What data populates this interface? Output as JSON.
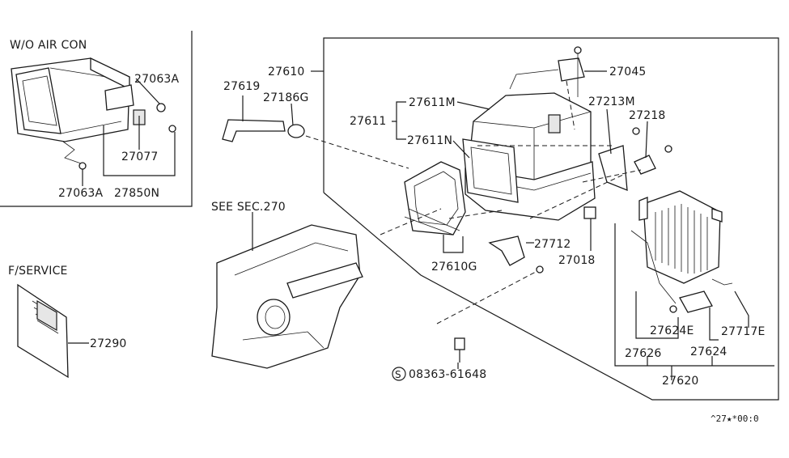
{
  "sections": {
    "wo_aircon": "W/O AIR CON",
    "f_service": "F/SERVICE",
    "see_sec": "SEE SEC.270"
  },
  "parts": {
    "p27063A_top": "27063A",
    "p27077": "27077",
    "p27063A_bottom": "27063A",
    "p27850N": "27850N",
    "p27290": "27290",
    "p27610": "27610",
    "p27619": "27619",
    "p27186G": "27186G",
    "p27611": "27611",
    "p27611M": "27611M",
    "p27611N": "27611N",
    "p27045": "27045",
    "p27213M": "27213M",
    "p27218": "27218",
    "p27712": "27712",
    "p27018": "27018",
    "p27610G": "27610G",
    "p27624E": "27624E",
    "p27717E": "27717E",
    "p27626": "27626",
    "p27624": "27624",
    "p27620": "27620",
    "p08363": "08363-61648"
  },
  "screw_symbol": "S",
  "footer_code": "^27★*00:0"
}
